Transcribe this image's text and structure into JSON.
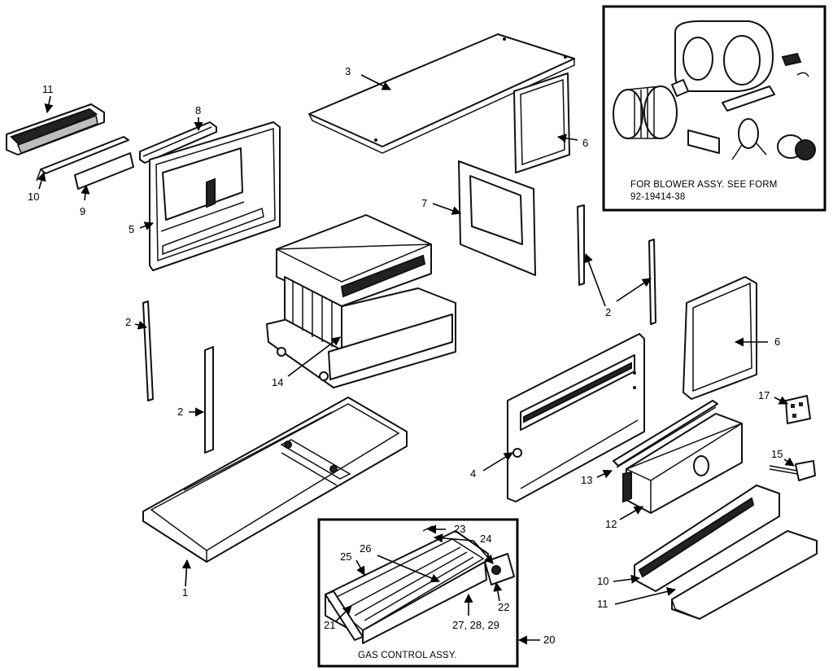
{
  "callouts": {
    "c1": "1",
    "c2a": "2",
    "c2b": "2",
    "c2c": "2",
    "c3": "3",
    "c4": "4",
    "c5": "5",
    "c6a": "6",
    "c6b": "6",
    "c7": "7",
    "c8": "8",
    "c9": "9",
    "c10a": "10",
    "c10b": "10",
    "c11a": "11",
    "c11b": "11",
    "c12": "12",
    "c13": "13",
    "c14": "14",
    "c15": "15",
    "c17": "17",
    "c20": "20",
    "c21": "21",
    "c22": "22",
    "c23": "23",
    "c24": "24",
    "c25": "25",
    "c26": "26",
    "c272829": "27, 28, 29"
  },
  "blower_box": {
    "line1": "FOR BLOWER ASSY. SEE FORM",
    "line2": "92-19414-38"
  },
  "gas_box": {
    "title": "GAS CONTROL ASSY."
  }
}
